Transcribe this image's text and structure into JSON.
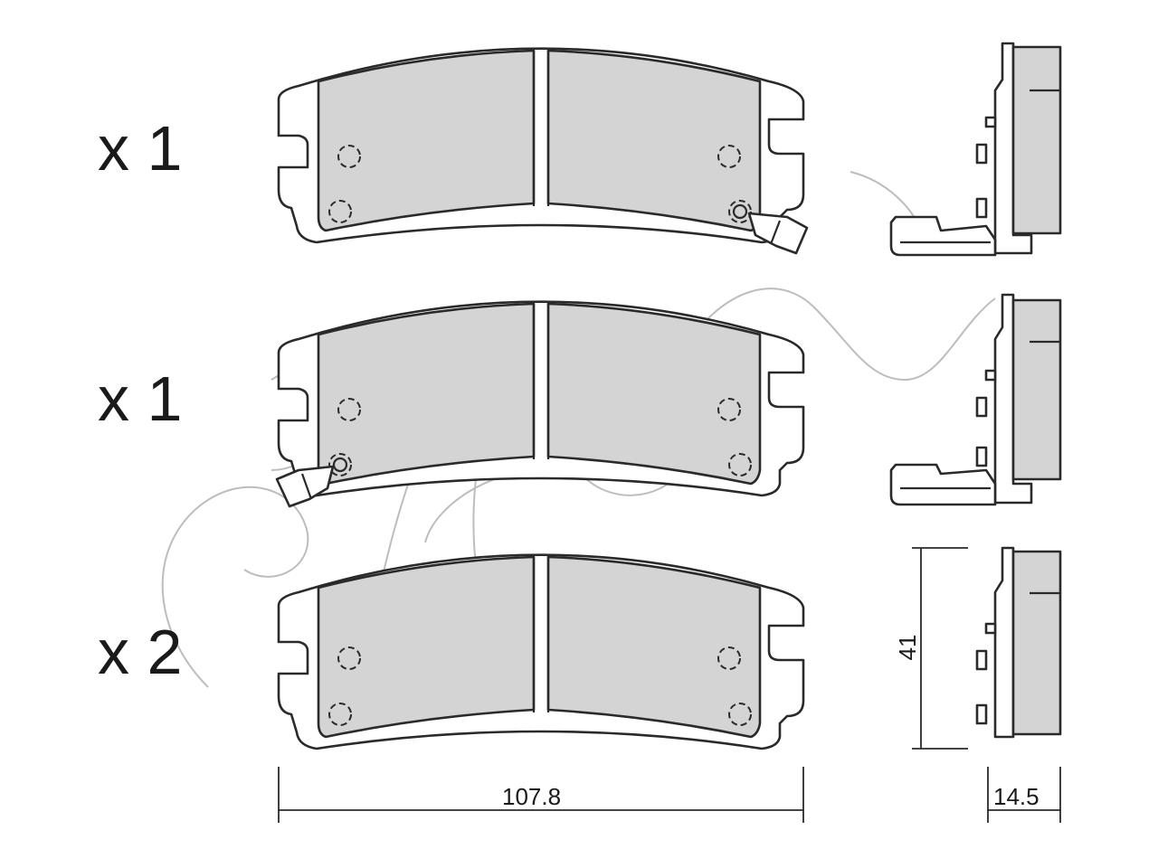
{
  "pads": [
    {
      "quantity_label": "x 1",
      "wear_sensor": "right"
    },
    {
      "quantity_label": "x 1",
      "wear_sensor": "left"
    },
    {
      "quantity_label": "x 2",
      "wear_sensor": "none"
    }
  ],
  "dimensions": {
    "width": "107.8",
    "height": "41",
    "thickness": "14.5"
  },
  "colors": {
    "friction_material": "#d4d4d4",
    "line": "#2a2a2a",
    "watermark": "#bdbdbd"
  }
}
